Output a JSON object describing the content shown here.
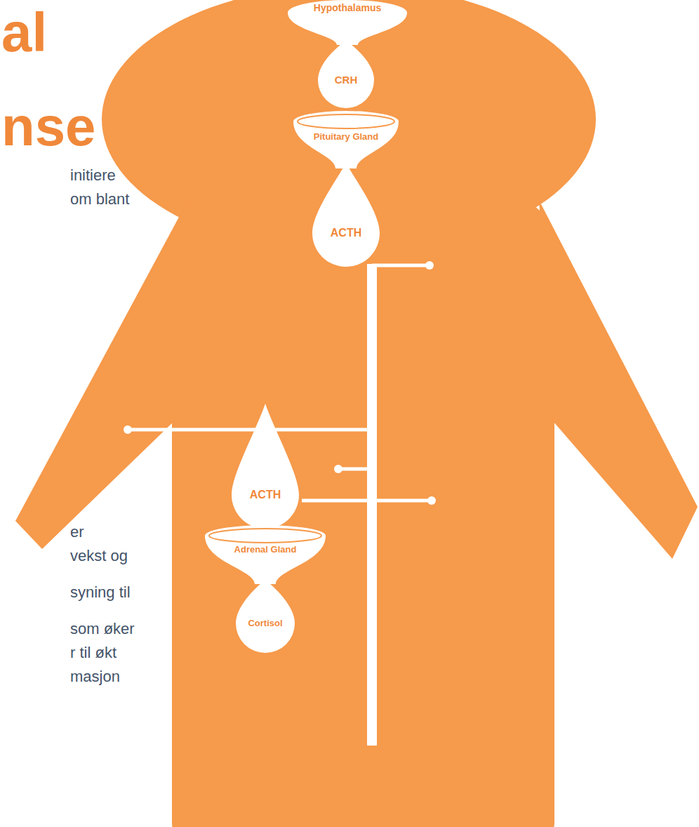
{
  "diagram": {
    "nodes": [
      {
        "text": [
          "Hypothalamus"
        ]
      },
      {
        "text": [
          "CRH"
        ]
      },
      {
        "text": [
          "Pituitary Gland"
        ]
      },
      {
        "text": [
          "ACTH"
        ]
      },
      {
        "text": [
          "ACTH"
        ]
      },
      {
        "text": [
          "Adrenal Gland"
        ]
      },
      {
        "text": [
          "Cortisol"
        ]
      }
    ],
    "labels": [
      "al",
      "nse",
      "initiere",
      "om blant",
      "er",
      "vekst og",
      "syning til",
      "som øker",
      "r til økt",
      "masjon"
    ]
  }
}
